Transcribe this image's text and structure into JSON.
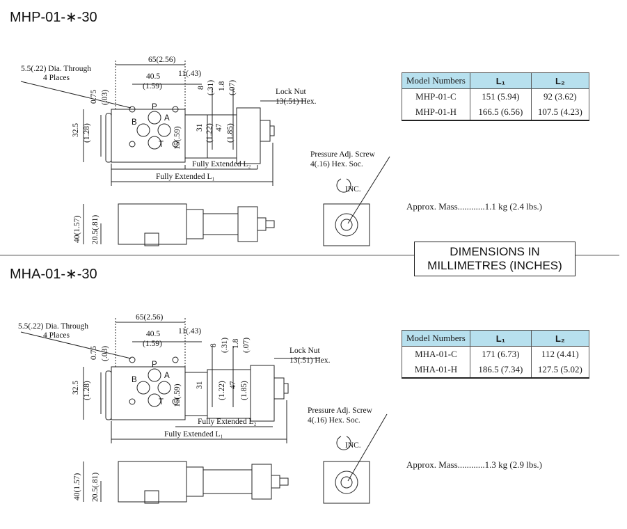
{
  "sections": [
    {
      "title": "MHP-01-∗-30",
      "table": {
        "headers": [
          "Model Numbers",
          "L₁",
          "L₂"
        ],
        "rows": [
          [
            "MHP-01-C",
            "151 (5.94)",
            "92 (3.62)"
          ],
          [
            "MHP-01-H",
            "166.5 (6.56)",
            "107.5 (4.23)"
          ]
        ]
      },
      "mass": "Approx. Mass............1.1 kg (2.4 lbs.)"
    },
    {
      "title": "MHA-01-∗-30",
      "table": {
        "headers": [
          "Model Numbers",
          "L₁",
          "L₂"
        ],
        "rows": [
          [
            "MHA-01-C",
            "171 (6.73)",
            "112 (4.41)"
          ],
          [
            "MHA-01-H",
            "186.5 (7.34)",
            "127.5 (5.02)"
          ]
        ]
      },
      "mass": "Approx. Mass............1.3 kg (2.9 lbs.)"
    }
  ],
  "banner": {
    "line1": "DIMENSIONS IN",
    "line2": "MILLIMETRES (INCHES)"
  },
  "drawing_labels": {
    "dim_65": "65(2.56)",
    "hole_note_1": "5.5(.22) Dia. Through",
    "hole_note_2": "4 Places",
    "dim_40_5": "40.5",
    "dim_1_59": "(1.59)",
    "dim_11": "11(.43)",
    "dim_0_75": "0.75",
    "dim_03": "(.03)",
    "dim_8": "8",
    "dim_31_in": "(.31)",
    "dim_1_8": "1.8",
    "dim_07": "(.07)",
    "lock_nut_1": "Lock Nut",
    "lock_nut_2": "13(.51) Hex.",
    "port_p": "P",
    "port_b": "B",
    "port_a": "A",
    "port_t": "T",
    "dim_32_5": "32.5",
    "dim_1_28": "(1.28)",
    "dim_15": "15(.59)",
    "dim_31": "31",
    "dim_1_22": "(1.22)",
    "dim_47": "47",
    "dim_1_85": "(1.85)",
    "fully_ext_l2": "Fully Extended L₂",
    "fully_ext_l1": "Fully Extended L₁",
    "pas_1": "Pressure Adj. Screw",
    "pas_2": "4(.16) Hex. Soc.",
    "inc": "INC.",
    "dim_40": "40(1.57)",
    "dim_20_5": "20.5(.81)"
  }
}
